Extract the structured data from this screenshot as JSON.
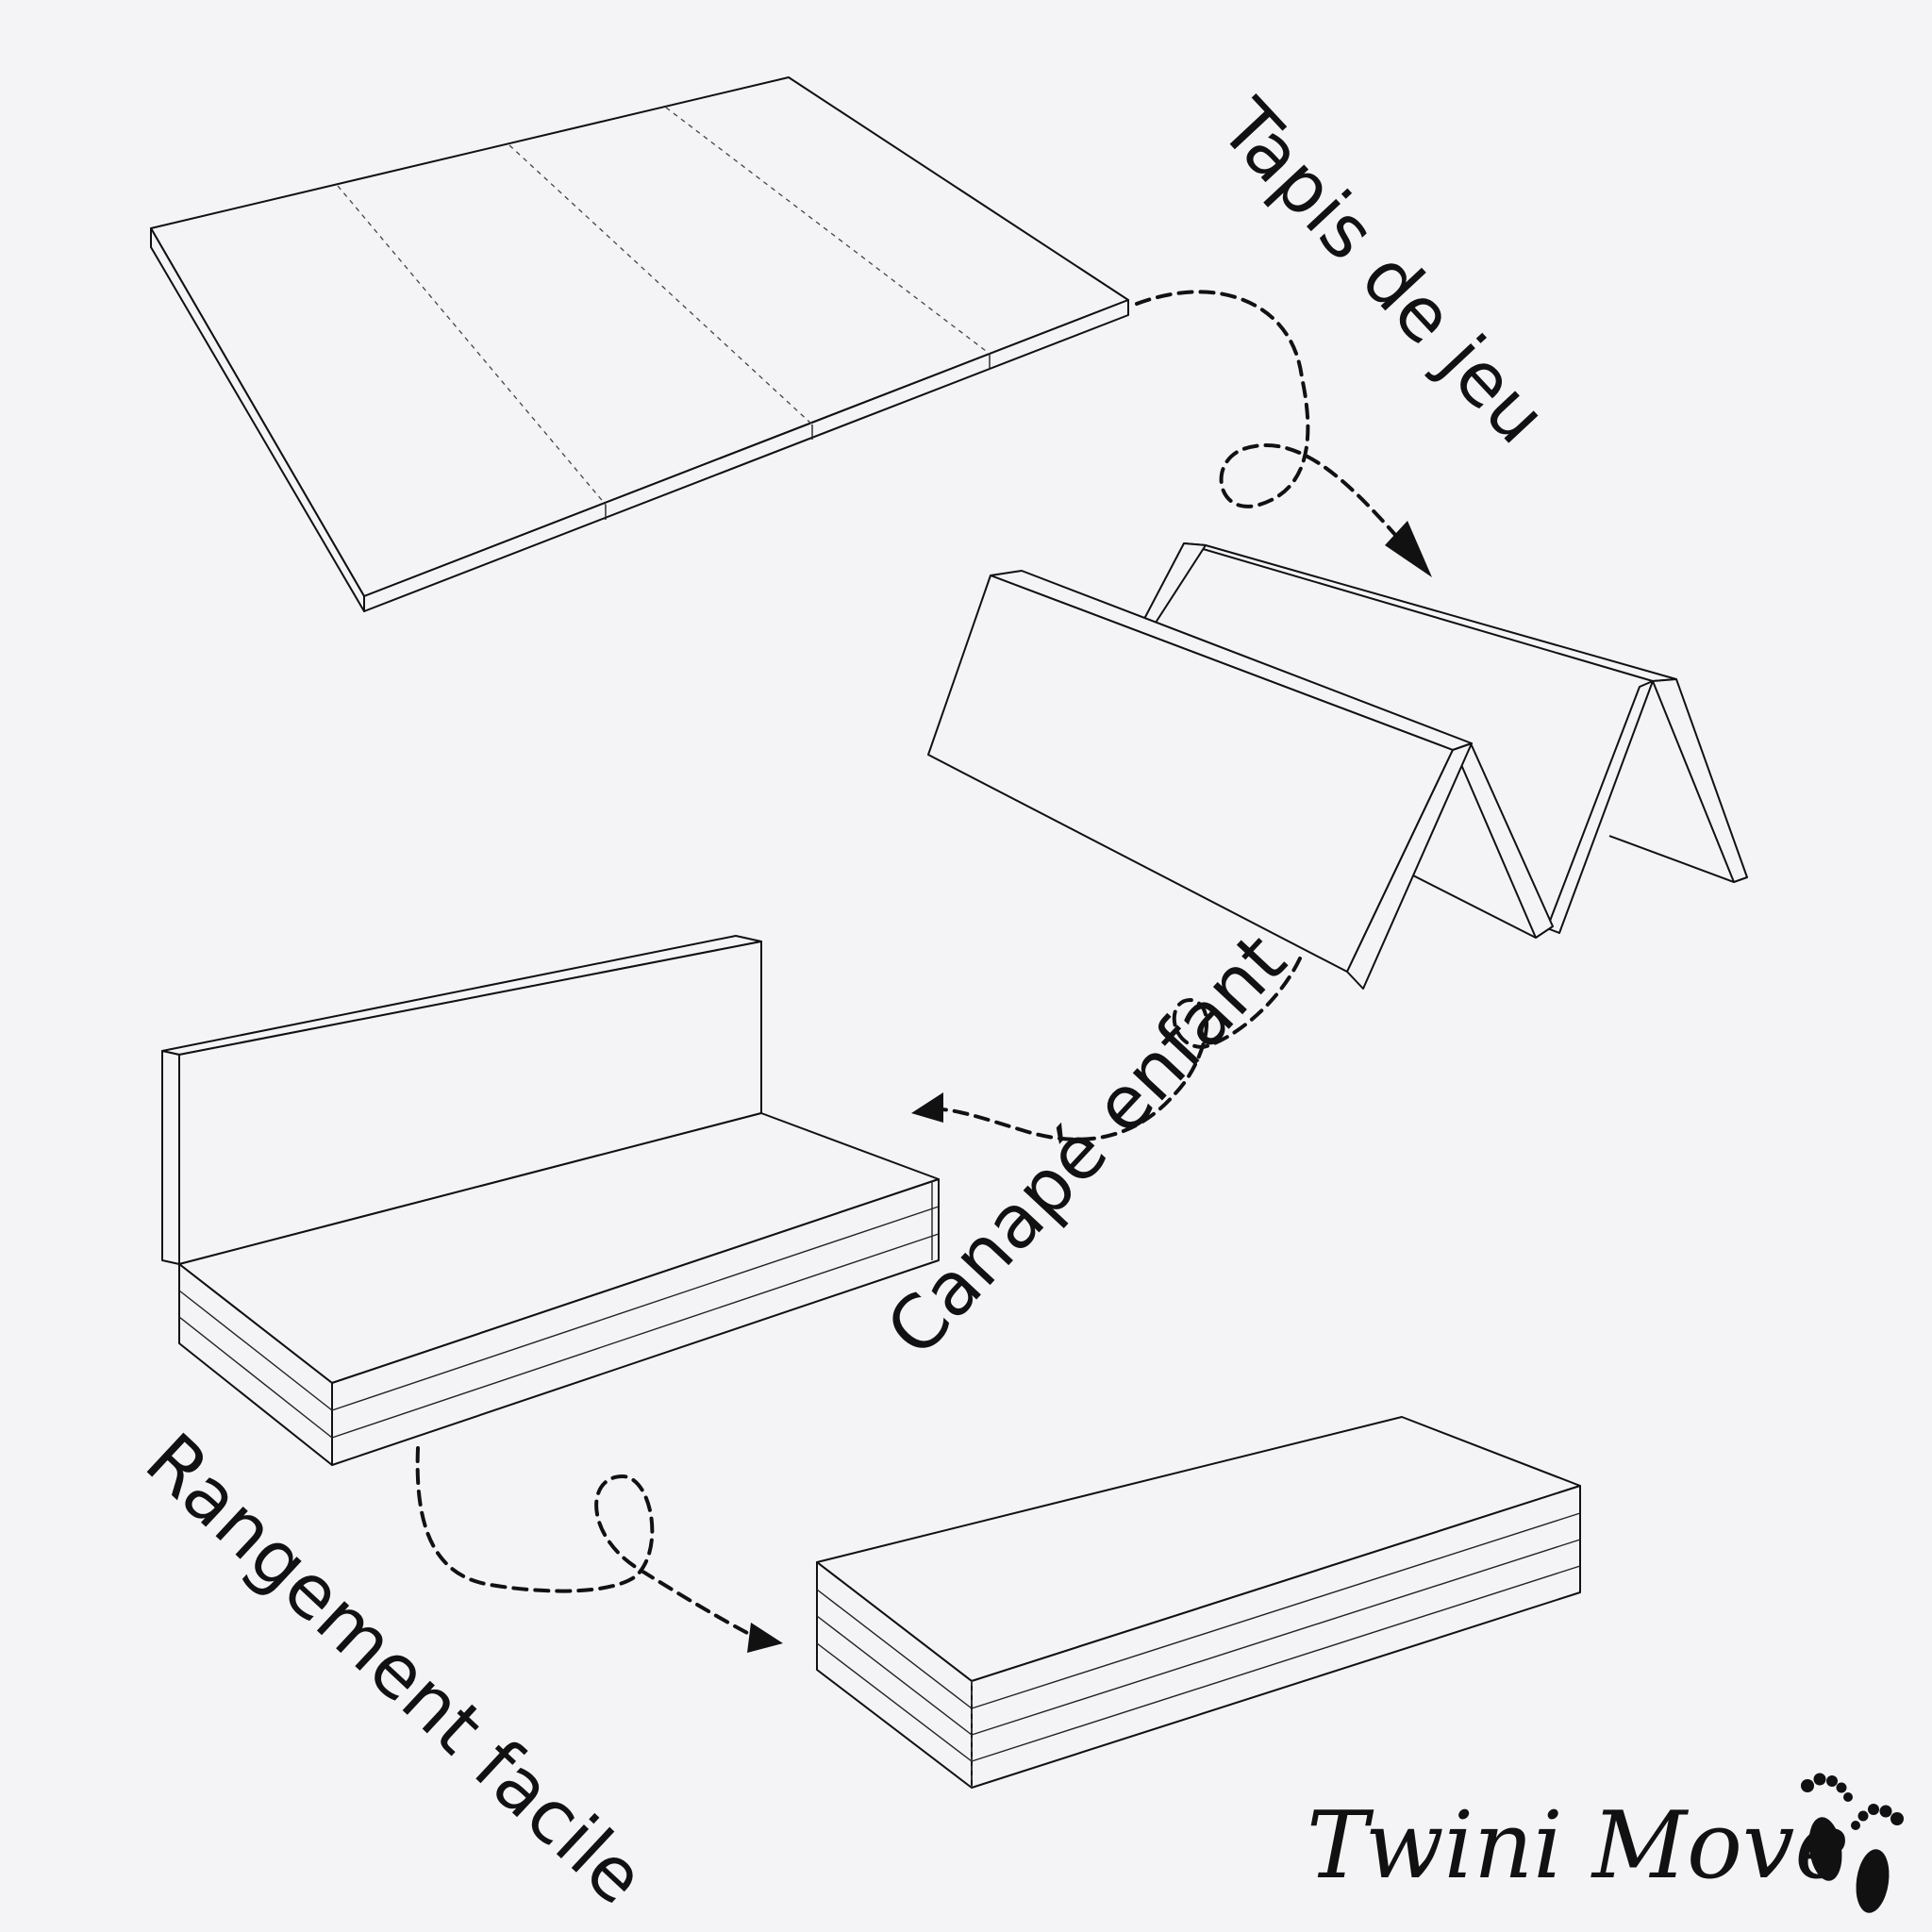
{
  "labels": {
    "play_mat": "Tapis de jeu",
    "child_sofa": "Canapé enfant",
    "easy_storage": "Rangement facile"
  },
  "brand": {
    "name": "Twini Move",
    "icon": "baby-feet-icon"
  },
  "colors": {
    "background": "#f4f3f6",
    "ink": "#111111"
  }
}
